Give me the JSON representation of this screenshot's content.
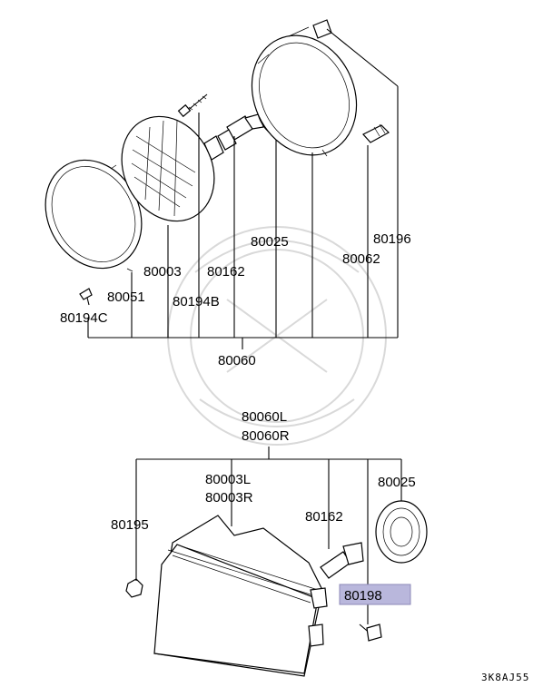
{
  "upper_assembly": {
    "labels": {
      "p80003": "80003",
      "p80051": "80051",
      "p80194c": "80194C",
      "p80194b": "80194B",
      "p80162": "80162",
      "p80025": "80025",
      "p80062": "80062",
      "p80196": "80196",
      "p80060": "80060"
    }
  },
  "lower_assembly": {
    "labels": {
      "p80060l": "80060L",
      "p80060r": "80060R",
      "p80003l": "80003L",
      "p80003r": "80003R",
      "p80195": "80195",
      "p80162": "80162",
      "p80025": "80025",
      "p80198": "80198"
    },
    "highlight_color": "#b9b7dc"
  },
  "reference_code": "3K8AJ55"
}
